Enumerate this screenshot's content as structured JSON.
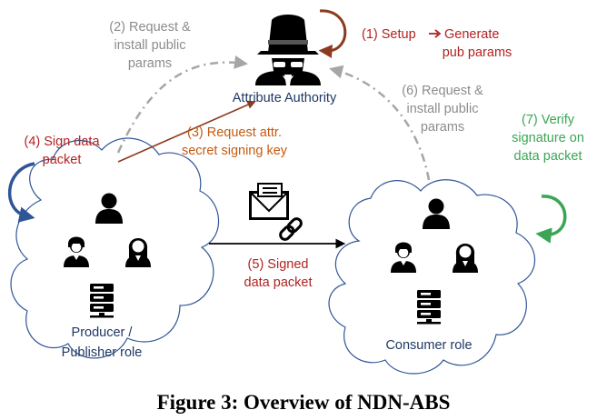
{
  "entities": {
    "authority": "Attribute Authority",
    "producer": [
      "Producer /",
      "Publisher role"
    ],
    "consumer": "Consumer role"
  },
  "steps": {
    "step1": [
      "(1) Setup",
      "Generate",
      "pub params"
    ],
    "step2": [
      "(2) Request &",
      "install public",
      "params"
    ],
    "step3": [
      "(3) Request attr.",
      "secret signing key"
    ],
    "step4": [
      "(4) Sign data",
      "packet"
    ],
    "step5": [
      "(5) Signed",
      "data packet"
    ],
    "step6": [
      "(6) Request &",
      "install public",
      "params"
    ],
    "step7": [
      "(7) Verify",
      "signature on",
      "data packet"
    ]
  },
  "caption": "Figure 3: Overview of NDN-ABS",
  "colors": {
    "navy": "#1f3864",
    "red": "#b22222",
    "orange": "#c55a11",
    "gray": "#a6a6a6",
    "green": "#3aa655",
    "blue": "#2f5597",
    "brown": "#8b3a1e"
  },
  "icons": [
    "spy-icon",
    "user-icon",
    "server-icon",
    "envelope-icon",
    "chain-link-icon",
    "arrow-right-icon"
  ]
}
